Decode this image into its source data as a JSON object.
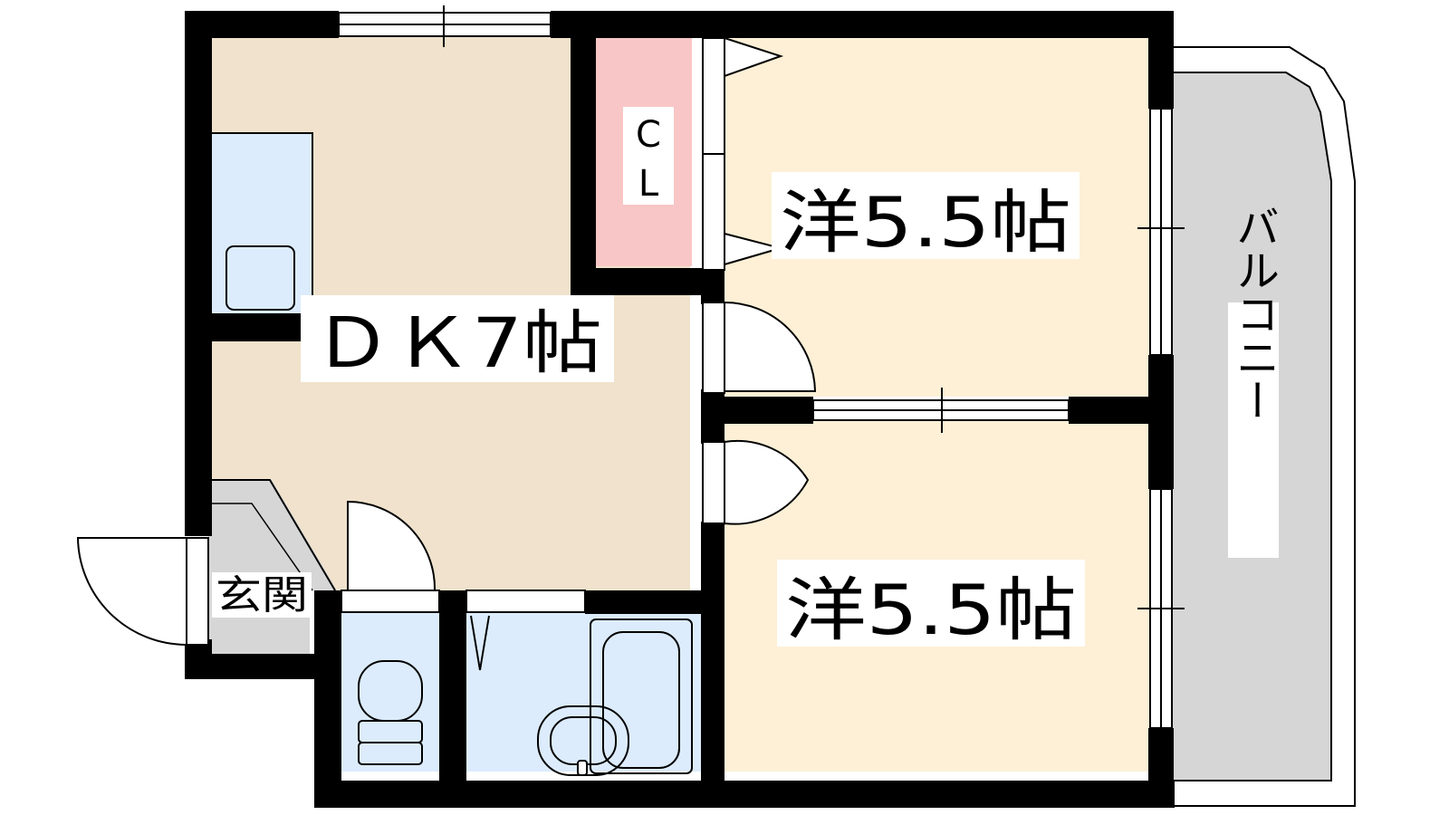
{
  "rooms": {
    "dk": {
      "label": "ＤＫ7帖"
    },
    "western_1": {
      "label": "洋5.5帖"
    },
    "western_2": {
      "label": "洋5.5帖"
    },
    "closet": {
      "label_top": "C",
      "label_bottom": "L"
    },
    "entrance": {
      "label": "玄関"
    },
    "balcony": {
      "label": "バルコニー"
    }
  },
  "colors": {
    "wall": "#000000",
    "dk_floor": "#f0e2cc",
    "western_floor": "#fdf0d6",
    "closet_floor": "#f8c6c6",
    "wet_area": "#dcecfc",
    "entrance_floor": "#d6d6d6",
    "balcony_floor": "#d6d6d6"
  }
}
